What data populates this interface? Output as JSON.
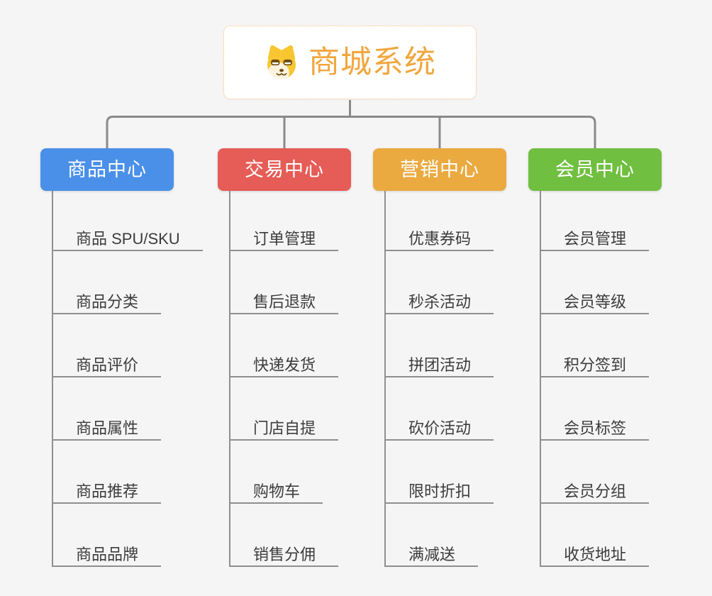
{
  "root": {
    "title": "商城系统",
    "icon": "doge-icon"
  },
  "branches": [
    {
      "label": "商品中心",
      "color": "#4A90E8",
      "children": [
        "商品 SPU/SKU",
        "商品分类",
        "商品评价",
        "商品属性",
        "商品推荐",
        "商品品牌"
      ]
    },
    {
      "label": "交易中心",
      "color": "#E65C56",
      "children": [
        "订单管理",
        "售后退款",
        "快递发货",
        "门店自提",
        "购物车",
        "销售分佣"
      ]
    },
    {
      "label": "营销中心",
      "color": "#EAAA40",
      "children": [
        "优惠券码",
        "秒杀活动",
        "拼团活动",
        "砍价活动",
        "限时折扣",
        "满减送"
      ]
    },
    {
      "label": "会员中心",
      "color": "#70BF40",
      "children": [
        "会员管理",
        "会员等级",
        "积分签到",
        "会员标签",
        "会员分组",
        "收货地址"
      ]
    }
  ],
  "colors": {
    "background": "#F5F5F6",
    "connector": "#8A8A8A",
    "underline": "#8F8F8F",
    "root_border": "#F7C171",
    "root_text": "#F0A73E",
    "branch_text": "#FFFFFF",
    "leaf_text": "#3C3C3C"
  }
}
